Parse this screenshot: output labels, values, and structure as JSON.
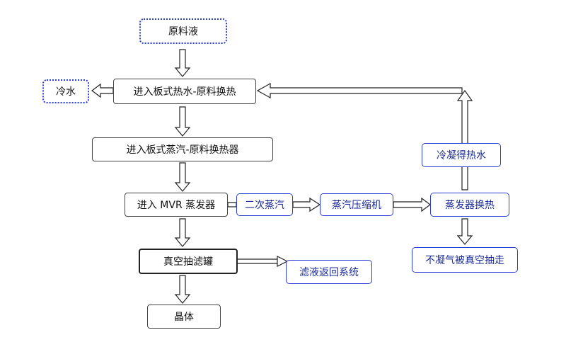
{
  "nodes": {
    "raw_liquid": "原料液",
    "plate_hot_water": "进入板式热水-原料换热",
    "cold_water": "冷水",
    "plate_steam": "进入板式蒸汽-原料换热器",
    "mvr": "进入 MVR 蒸发器",
    "secondary_steam": "二次蒸汽",
    "steam_compressor": "蒸汽压缩机",
    "evaporator_exchange": "蒸发器换热",
    "condensed_hot_water": "冷凝得热水",
    "noncondensable": "不凝气被真空抽走",
    "vacuum_filter": "真空抽滤罐",
    "filtrate_return": "滤液返回系统",
    "crystal": "晶体"
  },
  "colors": {
    "accent_blue": "#2b3fd0",
    "line": "#222222"
  }
}
